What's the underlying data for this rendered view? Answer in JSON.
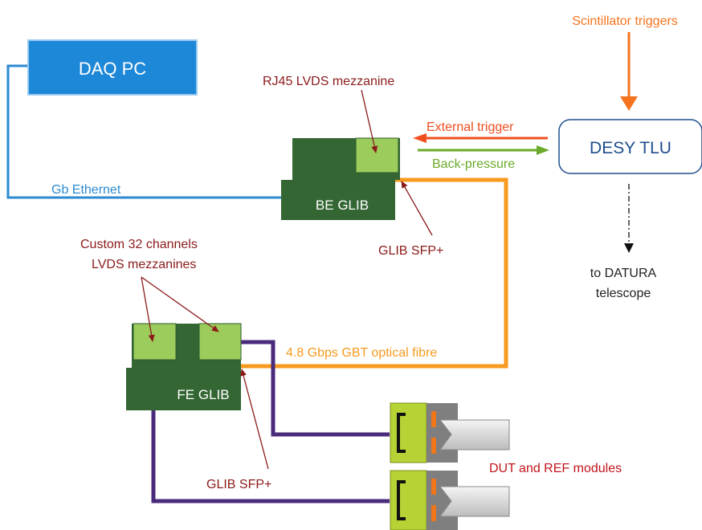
{
  "nodes": {
    "daq_pc": "DAQ PC",
    "desy_tlu": "DESY TLU",
    "be_glib": "BE GLIB",
    "fe_glib": "FE GLIB"
  },
  "labels": {
    "scintillator_triggers": "Scintillator triggers",
    "rj45_mezzanine": "RJ45 LVDS mezzanine",
    "external_trigger": "External trigger",
    "back_pressure": "Back-pressure",
    "gb_ethernet": "Gb Ethernet",
    "glib_sfp_be": "GLIB SFP+",
    "custom_mezz_line1": "Custom 32 channels",
    "custom_mezz_line2": "LVDS mezzanines",
    "to_datura_line1": "to DATURA",
    "to_datura_line2": "telescope",
    "optical_fibre": "4.8 Gbps GBT optical fibre",
    "glib_sfp_fe": "GLIB SFP+",
    "dut_ref_modules": "DUT and REF modules"
  },
  "colors": {
    "daq_blue": "#1e88d8",
    "ethernet_blue": "#2b8ad0",
    "tlu_text": "#1f4e8c",
    "scintillator_orange": "#f5731e",
    "external_trigger_red": "#ef4e1f",
    "back_pressure_green": "#6aaa2a",
    "glib_dark_green": "#336633",
    "mezzanine_light_green": "#9ccc5c",
    "fibre_orange": "#f79a1e",
    "cable_purple": "#4a2a7a",
    "annotation_brown": "#8b1a1a",
    "dut_red": "#c0141a",
    "module_lime": "#b5d334",
    "module_gray": "#7f7f7f"
  }
}
